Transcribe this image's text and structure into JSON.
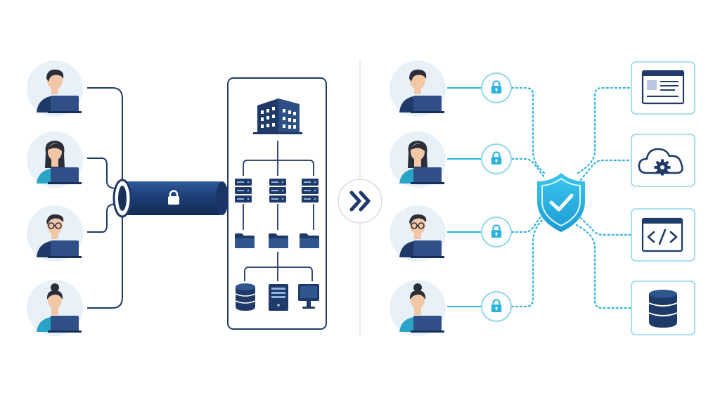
{
  "diagram": {
    "left_panel": {
      "users": [
        {
          "name": "user-man-laptop"
        },
        {
          "name": "user-woman-laptop"
        },
        {
          "name": "user-man-glasses-laptop"
        },
        {
          "name": "user-woman-bun-laptop"
        }
      ],
      "tunnel": {
        "icon": "padlock-icon"
      },
      "network_box": {
        "top_icon": "office-building-icon",
        "server_icons": [
          "server-rack-icon",
          "server-rack-icon",
          "server-rack-icon"
        ],
        "folder_icons": [
          "folder-icon",
          "folder-icon",
          "folder-icon"
        ],
        "bottom_icons": [
          "database-icon",
          "server-tower-icon",
          "monitor-icon"
        ]
      }
    },
    "transition": {
      "icon": "double-chevron-right-icon"
    },
    "right_panel": {
      "users": [
        {
          "name": "user-man-laptop"
        },
        {
          "name": "user-woman-laptop"
        },
        {
          "name": "user-man-glasses-laptop"
        },
        {
          "name": "user-woman-bun-laptop"
        }
      ],
      "lock_icons": [
        "padlock-icon",
        "padlock-icon",
        "padlock-icon",
        "padlock-icon"
      ],
      "center_icon": "shield-check-icon",
      "resources": [
        {
          "icon": "web-page-icon"
        },
        {
          "icon": "cloud-gear-icon"
        },
        {
          "icon": "code-window-icon"
        },
        {
          "icon": "database-icon"
        }
      ]
    }
  },
  "colors": {
    "navy": "#1f3a68",
    "navy_dark": "#16305a",
    "cyan": "#2bb3dd",
    "cyan_light": "#8fd6ee",
    "avatar_bg": "#e8f0f8",
    "skin": "#f3c6a5",
    "hair": "#2b2f3a",
    "teal_shirt": "#2aa3c8"
  }
}
